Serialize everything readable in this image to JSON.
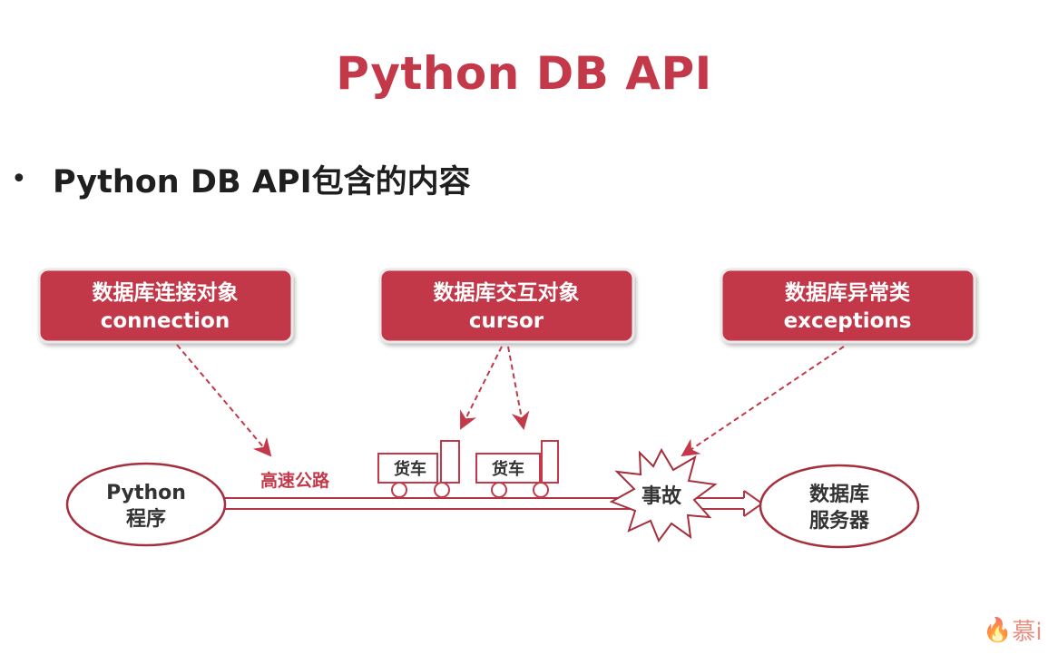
{
  "slide": {
    "title": "Python DB API",
    "bullet": "Python DB API包含的内容"
  },
  "boxes": [
    {
      "line1": "数据库连接对象",
      "line2": "connection"
    },
    {
      "line1": "数据库交互对象",
      "line2": "cursor"
    },
    {
      "line1": "数据库异常类",
      "line2": "exceptions"
    }
  ],
  "diagram": {
    "road_label": "高速公路",
    "python_node": {
      "line1": "Python",
      "line2": "程序"
    },
    "db_node": {
      "line1": "数据库",
      "line2": "服务器"
    },
    "trucks": [
      "货车",
      "货车"
    ],
    "accident": "事故"
  },
  "logo": {
    "text": "慕i"
  },
  "colors": {
    "accent": "#c3394a",
    "text": "#1f1f1f",
    "outline": "#a52f3d"
  }
}
